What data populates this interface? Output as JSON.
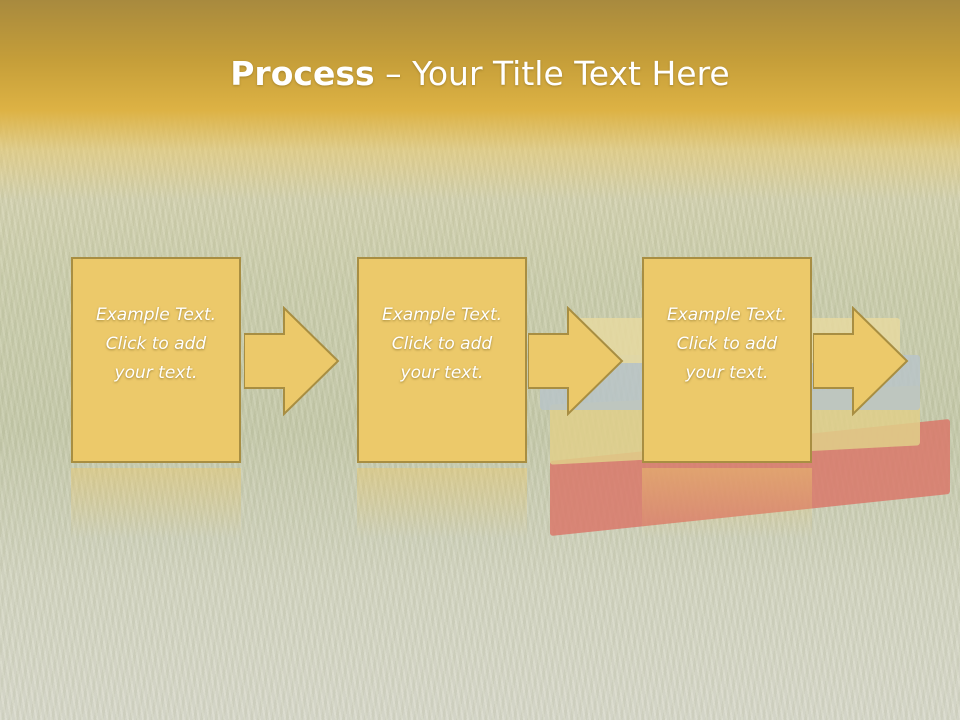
{
  "slide": {
    "title_bold": "Process",
    "title_rest": " – Your Title Text Here"
  },
  "steps": [
    {
      "line1": "Example Text.",
      "line2": "Click  to add",
      "line3": "your text."
    },
    {
      "line1": "Example Text.",
      "line2": "Click  to add",
      "line3": "your text."
    },
    {
      "line1": "Example Text.",
      "line2": "Click  to add",
      "line3": "your text."
    }
  ],
  "colors": {
    "box_fill": "#ecc96a",
    "box_border": "#a88e42",
    "title_band": "#ddb244",
    "text": "#ffffff"
  }
}
